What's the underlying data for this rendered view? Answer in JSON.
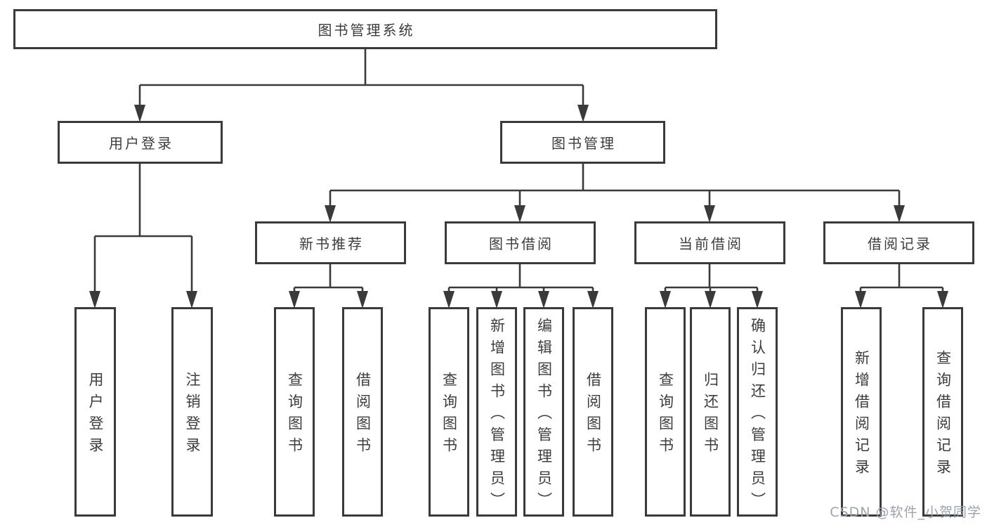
{
  "colors": {
    "line": "#3a3a3a",
    "box_border": "#3a3a3a",
    "text": "#3d3d3d",
    "watermark": "#9da3ab",
    "background": "#ffffff"
  },
  "tree": {
    "label": "图书管理系统",
    "children": [
      {
        "label": "用户登录",
        "children": [
          {
            "label": "用户登录"
          },
          {
            "label": "注销登录"
          }
        ]
      },
      {
        "label": "图书管理",
        "children": [
          {
            "label": "新书推荐",
            "children": [
              {
                "label": "查询图书"
              },
              {
                "label": "借阅图书"
              }
            ]
          },
          {
            "label": "图书借阅",
            "children": [
              {
                "label": "查询图书"
              },
              {
                "label": "新增图书（管理员）"
              },
              {
                "label": "编辑图书（管理员）"
              },
              {
                "label": "借阅图书"
              }
            ]
          },
          {
            "label": "当前借阅",
            "children": [
              {
                "label": "查询图书"
              },
              {
                "label": "归还图书"
              },
              {
                "label": "确认归还（管理员）"
              }
            ]
          },
          {
            "label": "借阅记录",
            "children": [
              {
                "label": "新增借阅记录"
              },
              {
                "label": "查询借阅记录"
              }
            ]
          }
        ]
      }
    ]
  },
  "watermark": "CSDN @软件_小贺同学"
}
